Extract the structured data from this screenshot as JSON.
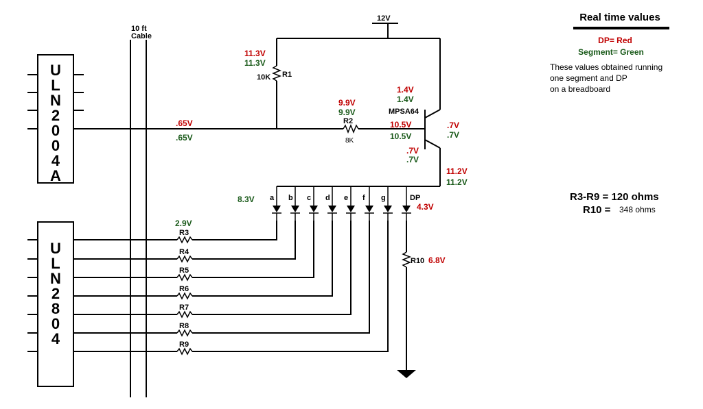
{
  "chips": {
    "uln2004": [
      "U",
      "L",
      "N",
      "2",
      "0",
      "0",
      "4",
      "A"
    ],
    "uln2804": [
      "U",
      "L",
      "N",
      "2",
      "8",
      "0",
      "4"
    ]
  },
  "cable": {
    "line1": "10 ft",
    "line2": "Cable"
  },
  "supply": "12V",
  "resistors": {
    "r1": {
      "name": "R1",
      "value": "10K"
    },
    "r2": {
      "name": "R2",
      "value": "8K"
    },
    "r10": "R10",
    "segments": [
      "R3",
      "R4",
      "R5",
      "R6",
      "R7",
      "R8",
      "R9"
    ]
  },
  "transistor": "MPSA64",
  "segment_letters": [
    "a",
    "b",
    "c",
    "d",
    "e",
    "f",
    "g",
    "DP"
  ],
  "voltages": {
    "r1_red": "11.3V",
    "r1_green": "11.3V",
    "r2_red": "9.9V",
    "r2_green": "9.9V",
    "q_red": "1.4V",
    "q_green": "1.4V",
    "base_red": "10.5V",
    "base_green": "10.5V",
    "emit_red": ".7V",
    "emit_green": ".7V",
    "col_red": ".7V",
    "col_green": ".7V",
    "bus_red": "11.2V",
    "bus_green": "11.2V",
    "input_red": ".65V",
    "input_green": ".65V",
    "seg_green": "8.3V",
    "dp_red": "4.3V",
    "r3_green": "2.9V",
    "r10_red": "6.8V"
  },
  "legend": {
    "title": "Real time values",
    "dp": "DP= Red",
    "segment": "Segment= Green",
    "note": [
      "These values obtained running",
      "one segment and DP",
      "on a breadboard"
    ]
  },
  "resistance_note": {
    "line1": "R3-R9 = 120 ohms",
    "line2_label": "R10 =",
    "line2_value": "348 ohms"
  },
  "colors": {
    "dp": "#c00000",
    "segment": "#1a5a1a"
  }
}
